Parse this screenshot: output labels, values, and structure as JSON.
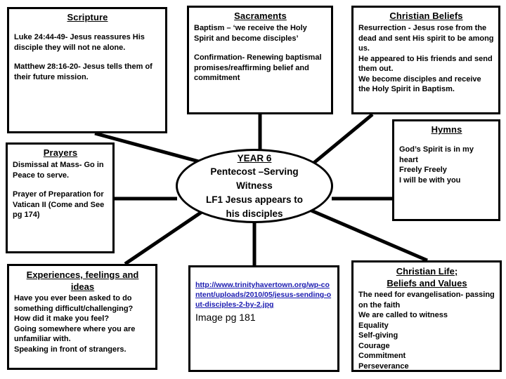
{
  "title": "YEAR 6 Pentecost - Serving Witness mind map",
  "colors": {
    "border": "#000000",
    "background": "#ffffff",
    "text": "#000000",
    "link": "#1a1ab0"
  },
  "center": {
    "title": "YEAR 6",
    "line1": "Pentecost –Serving",
    "line2": "Witness",
    "line3": "LF1 Jesus appears to",
    "line4": "his disciples"
  },
  "nodes": {
    "scripture": {
      "title": "Scripture",
      "lines": [
        "Luke 24:44-49- Jesus reassures His disciple they will not ne alone.",
        "Matthew 28:16-20- Jesus tells them of their future mission."
      ]
    },
    "sacraments": {
      "title": "Sacraments",
      "lines": [
        "Baptism – ‘we receive the Holy Spirit and become disciples’",
        "Confirmation- Renewing baptismal promises/reaffirming belief and commitment"
      ]
    },
    "beliefs": {
      "title": "Christian Beliefs",
      "lines": [
        "Resurrection - Jesus rose from the dead and sent His spirit to be among us.",
        "He appeared to His friends and send them out.",
        "We become disciples and receive the Holy Spirit in Baptism."
      ]
    },
    "hymns": {
      "title": "Hymns",
      "lines": [
        "God’s Spirit is in my heart",
        "Freely Freely",
        "I will be with you"
      ]
    },
    "prayers": {
      "title": "Prayers",
      "lines": [
        "Dismissal at Mass- Go in Peace to serve.",
        "Prayer of Preparation for Vatican II (Come and See pg 174)"
      ]
    },
    "experiences": {
      "title_line1": "Experiences, feelings and",
      "title_line2": "ideas",
      "lines": [
        "Have you ever been asked to do something difficult/challenging?",
        "How did it make you feel?",
        "Going somewhere where you are unfamiliar with.",
        "Speaking in front of strangers."
      ]
    },
    "image_source": {
      "url": "http://www.trinityhavertown.org/wp-content/uploads/2010/05/jesus-sending-out-disciples-2-by-2.jpg",
      "caption": "Image pg 181"
    },
    "christian_life": {
      "title_line1": "Christian Life;",
      "title_line2": "Beliefs and Values",
      "lines": [
        "The need for evangelisation- passing on the faith",
        "We are called to witness",
        "Equality",
        "Self-giving",
        "Courage",
        "Commitment",
        "Perseverance"
      ]
    }
  }
}
